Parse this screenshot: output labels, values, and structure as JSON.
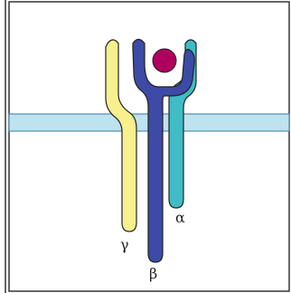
{
  "diagram": {
    "labels": {
      "alpha": "α",
      "beta": "β",
      "gamma": "γ"
    },
    "colors": {
      "background": "#ffffff",
      "frame": "#333333",
      "membrane_fill": "#bfe2ef",
      "membrane_stroke": "#4c8fb3",
      "alpha_chain": "#3fbcc6",
      "beta_chain": "#3d4aa6",
      "gamma_chain": "#f8f08e",
      "ligand": "#b0005e",
      "chain_stroke": "#222222",
      "label_text": "#222222"
    }
  }
}
